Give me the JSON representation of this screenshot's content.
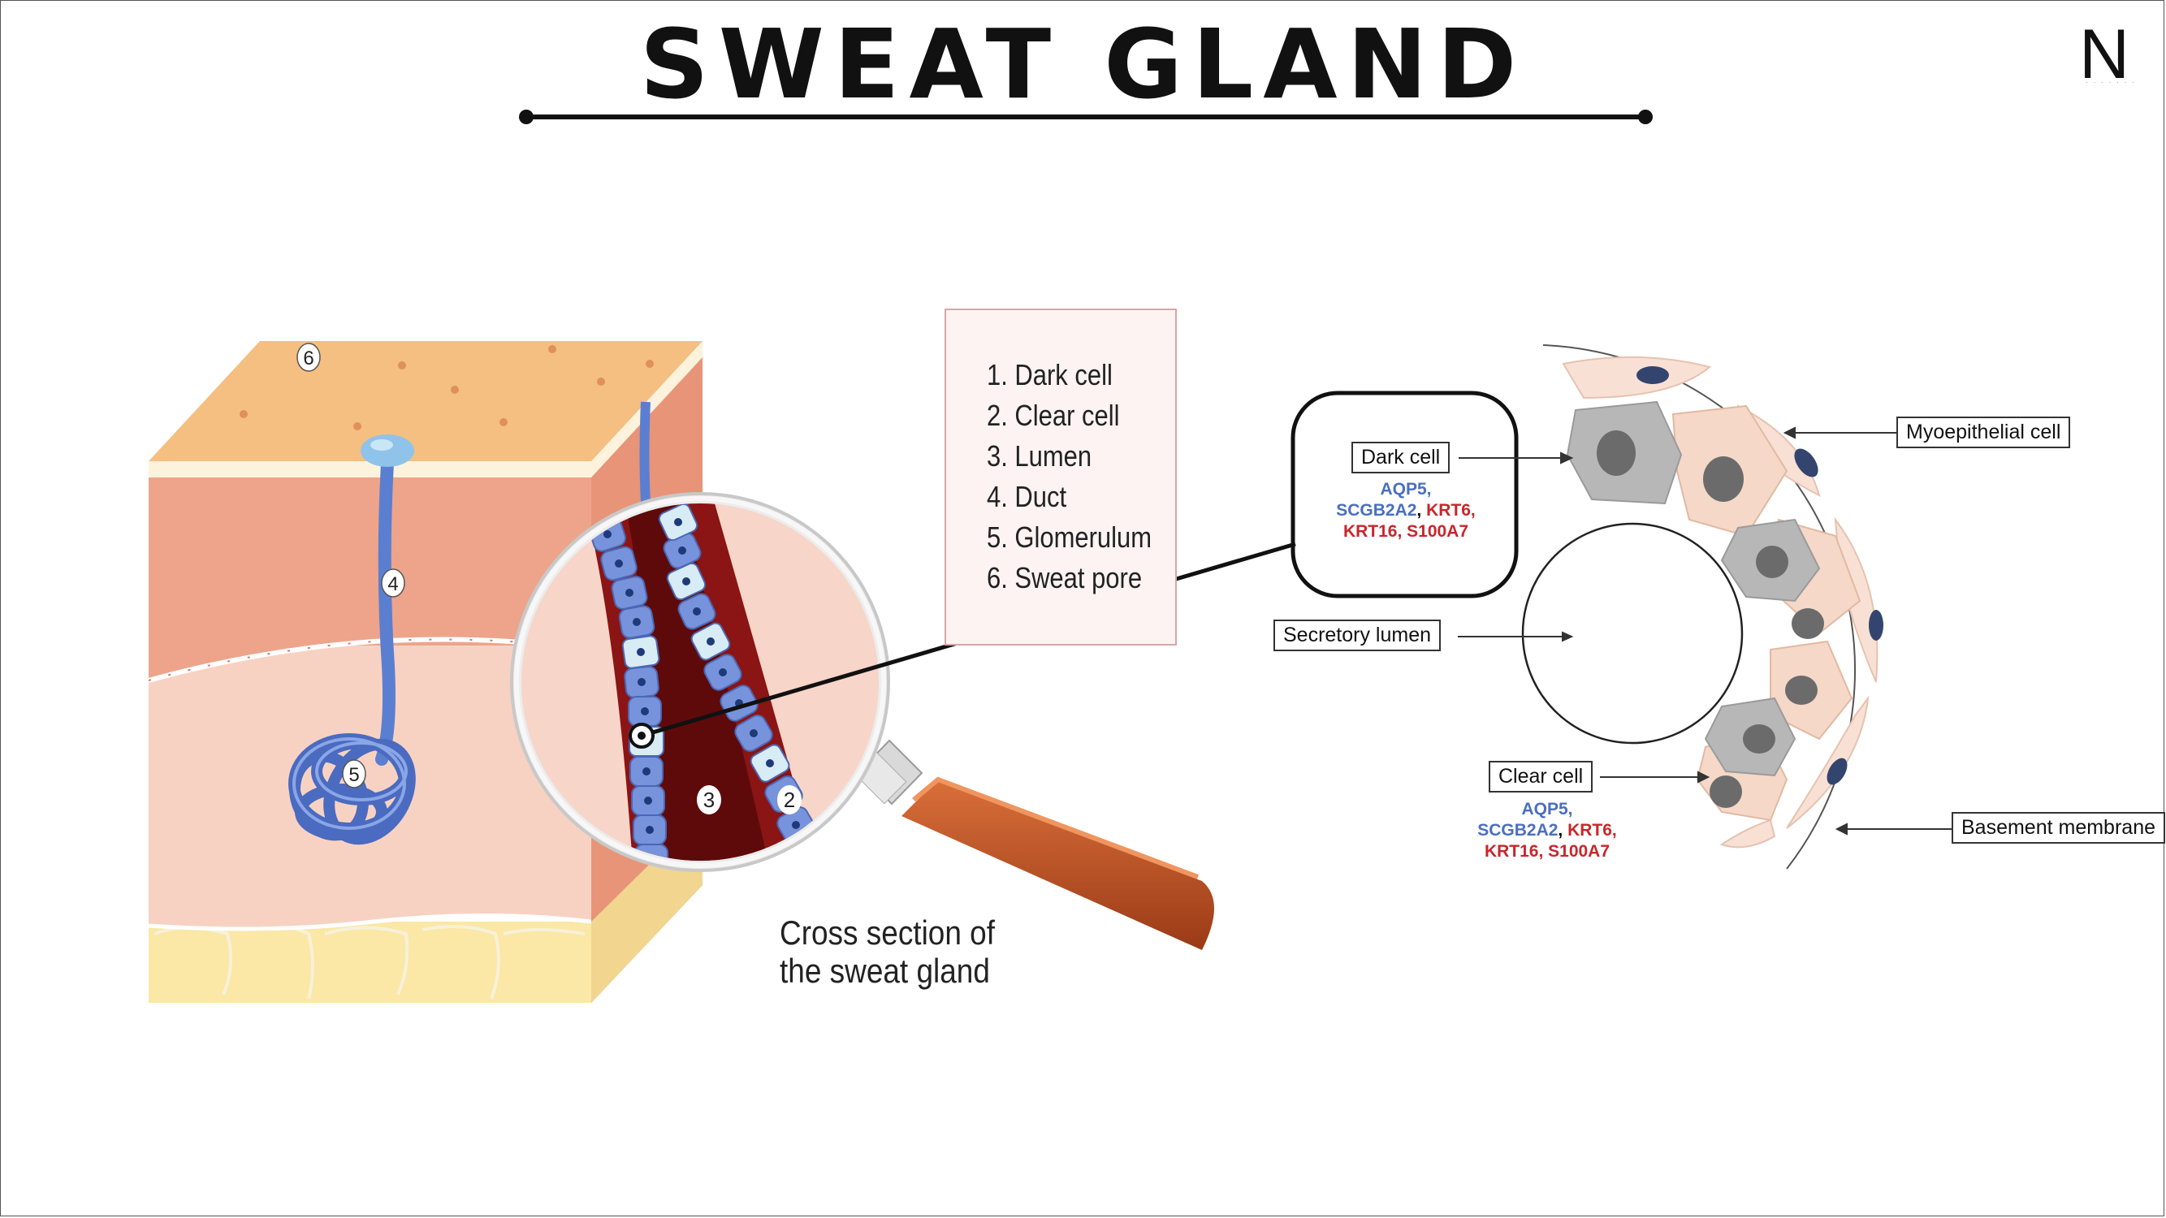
{
  "title": "SWEAT GLAND",
  "logo": "N",
  "legend": [
    "1. Dark cell",
    "2. Clear cell",
    "3. Lumen",
    "4. Duct",
    "5. Glomerulum",
    "6. Sweat pore"
  ],
  "caption": [
    "Cross section of",
    "the sweat gland"
  ],
  "skin_numbers": {
    "pore": "6",
    "duct": "4",
    "glomerulum": "5",
    "lumen": "3",
    "clear": "2"
  },
  "labels": {
    "dark_cell": "Dark cell",
    "secretory_lumen": "Secretory lumen",
    "clear_cell": "Clear cell",
    "myoepithelial_cell": "Myoepithelial cell",
    "basement_membrane": "Basement membrane"
  },
  "markers": {
    "dark_line1_blue": "AQP5,",
    "dark_line2_blue": "SCGB2A2",
    "dark_line2_sep": ", ",
    "dark_line2_red": "KRT6,",
    "dark_line3_red": "KRT16, S100A7",
    "clear_line1_blue": "AQP5,",
    "clear_line2_blue": "SCGB2A2",
    "clear_line2_sep": ", ",
    "clear_line2_red": "KRT6,",
    "clear_line3_red": "KRT16, S100A7"
  },
  "colors": {
    "duct": "#5b7fd0",
    "lumen": "#6e0f0f",
    "skin_top": "#f4bf80",
    "dermis": "#eda48a",
    "fat": "#fbe7a6",
    "marker_blue": "#4a6fc0",
    "marker_red": "#c8262b"
  }
}
